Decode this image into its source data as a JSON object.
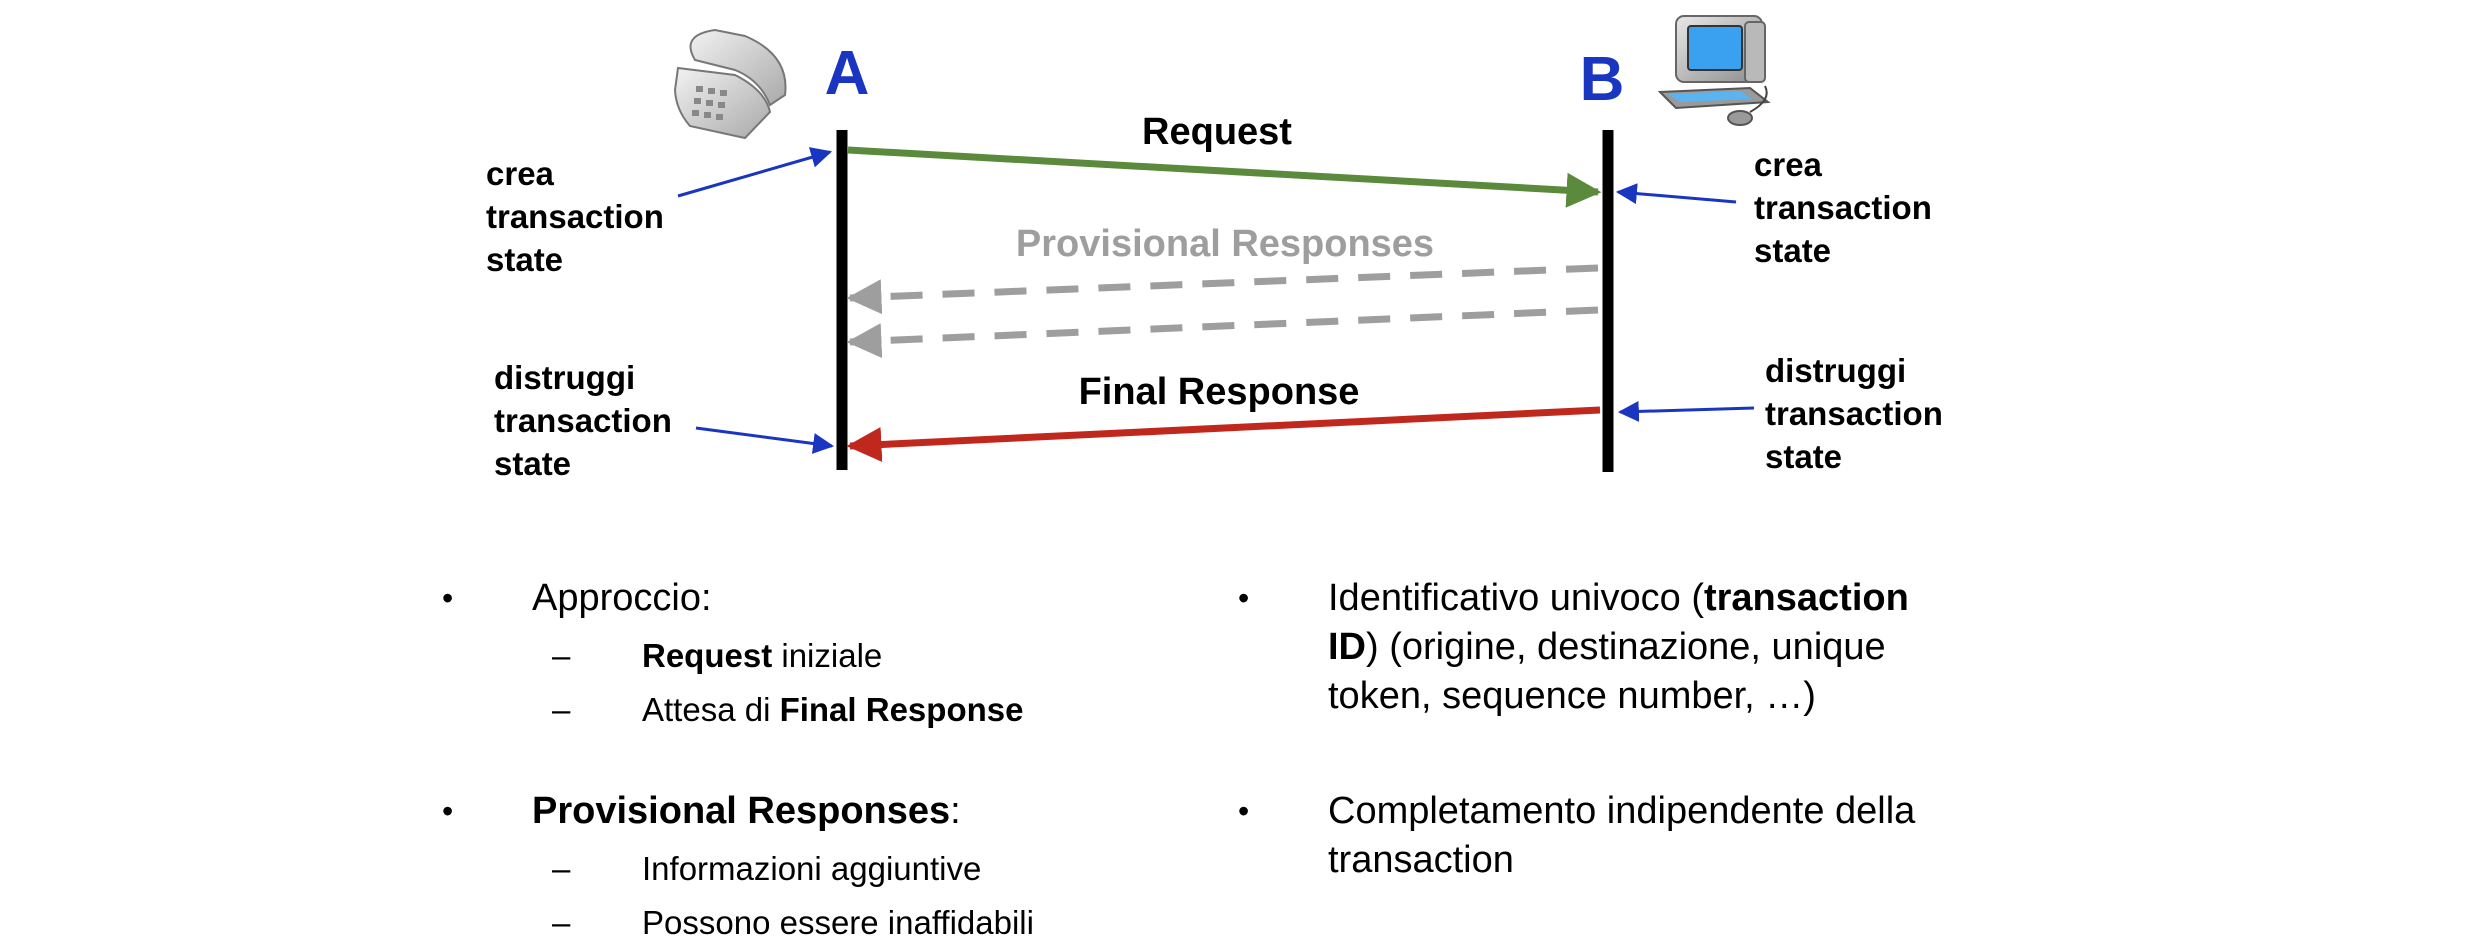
{
  "endpoints": {
    "a_label": "A",
    "b_label": "B",
    "a_icon": "telephone-icon",
    "b_icon": "computer-icon"
  },
  "messages": {
    "request": "Request",
    "provisional": "Provisional Responses",
    "final": "Final Response"
  },
  "notes": {
    "left_create": [
      "crea",
      "transaction",
      "state"
    ],
    "left_destroy": [
      "distruggi",
      "transaction",
      "state"
    ],
    "right_create": [
      "crea",
      "transaction",
      "state"
    ],
    "right_destroy": [
      "distruggi",
      "transaction",
      "state"
    ]
  },
  "colors": {
    "endpoint_label": "#1a35c0",
    "request_arrow": "#5b8a3c",
    "provisional_arrow": "#9e9e9e",
    "final_arrow": "#c0281e",
    "note_arrow": "#1a35c0",
    "lifeline": "#000000"
  },
  "left_column": {
    "b1": "Approccio:",
    "b1_sub1_bold": "Request",
    "b1_sub1_rest": " iniziale",
    "b1_sub2_pre": "Attesa di ",
    "b1_sub2_bold": "Final Response",
    "b2_bold": "Provisional Responses",
    "b2_rest": ":",
    "b2_sub1": "Informazioni aggiuntive",
    "b2_sub2": "Possono essere inaffidabili"
  },
  "right_column": {
    "b1_pre": "Identificativo univoco (",
    "b1_bold1": "transaction",
    "b1_bold2": "ID",
    "b1_rest1": ") (origine, destinazione, unique",
    "b1_rest2": "token, sequence number, …)",
    "b2_line1": "Completamento indipendente della",
    "b2_line2": "transaction"
  },
  "glyphs": {
    "bullet": "•",
    "dash": "–"
  }
}
